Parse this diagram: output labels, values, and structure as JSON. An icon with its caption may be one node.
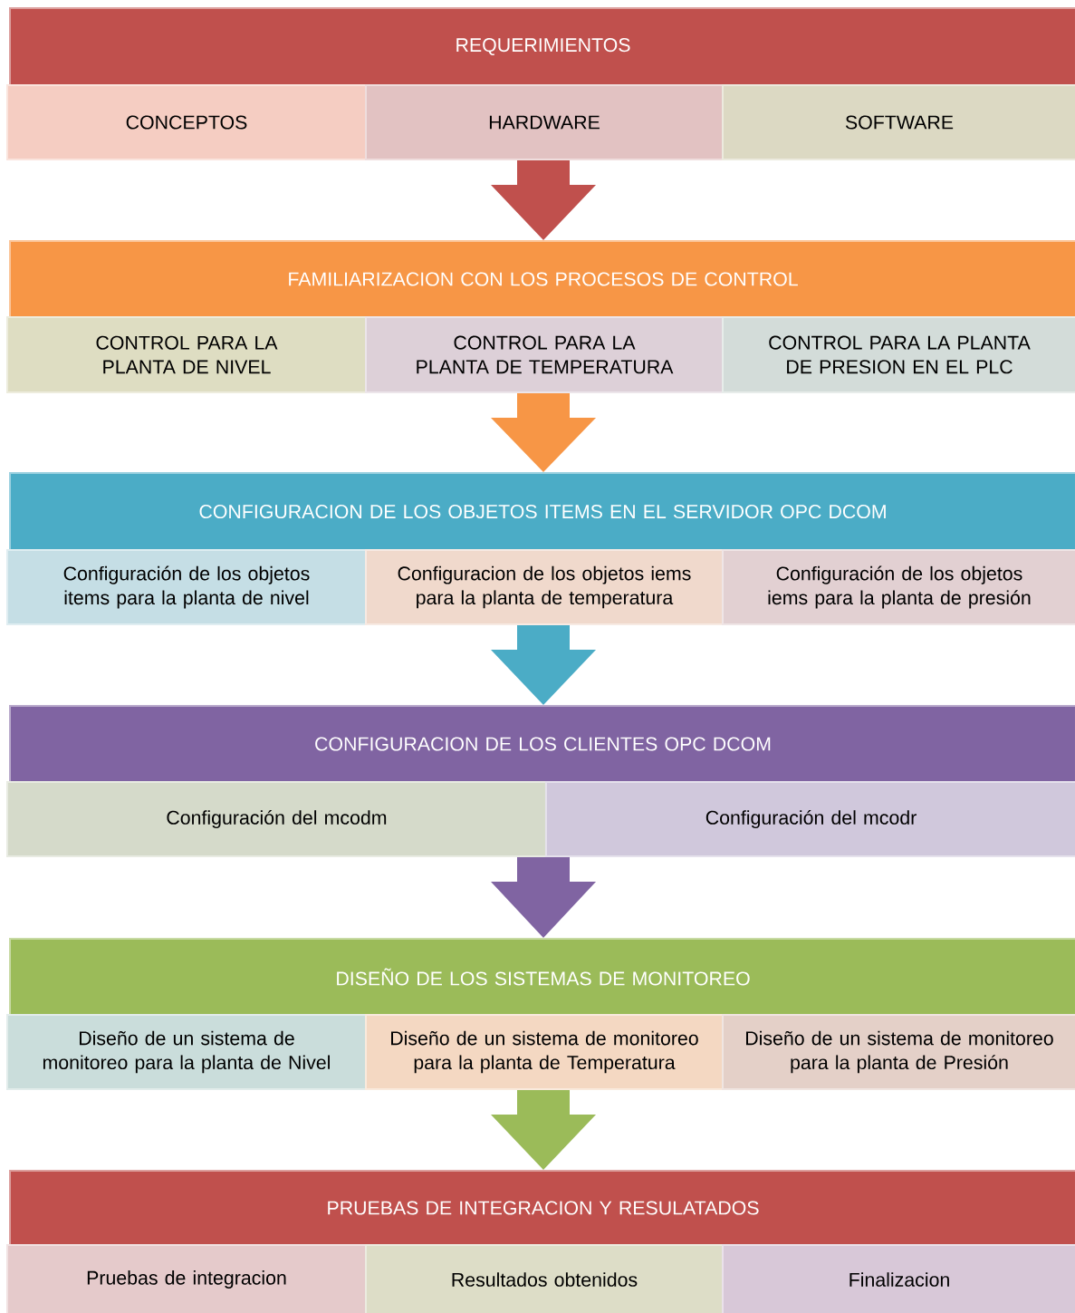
{
  "diagram": {
    "nodes": [
      {
        "text": [
          "REQUERIMIENTOS"
        ]
      },
      {
        "text": [
          "CONCEPTOS"
        ]
      },
      {
        "text": [
          "HARDWARE"
        ]
      },
      {
        "text": [
          "SOFTWARE"
        ]
      },
      {
        "text": [
          "FAMILIARIZACION CON LOS PROCESOS DE CONTROL"
        ]
      },
      {
        "text": [
          "CONTROL PARA LA PLANTA DE NIVEL"
        ]
      },
      {
        "text": [
          "CONTROL PARA LA PLANTA DE TEMPERATURA"
        ]
      },
      {
        "text": [
          "CONTROL PARA LA PLANTA DE PRESION EN EL PLC"
        ]
      },
      {
        "text": [
          "CONFIGURACION DE LOS OBJETOS ITEMS EN EL SERVIDOR OPC DCOM"
        ]
      },
      {
        "text": [
          "Configuración de los objetos items para la planta de nivel"
        ]
      },
      {
        "text": [
          "Configuracion de los objetos iems para la planta de temperatura"
        ]
      },
      {
        "text": [
          "Configuración de los objetos iems para la planta de presión"
        ]
      },
      {
        "text": [
          "CONFIGURACION DE LOS CLIENTES OPC DCOM"
        ]
      },
      {
        "text": [
          "Configuración del mcodm"
        ]
      },
      {
        "text": [
          "Configuración del mcodr"
        ]
      },
      {
        "text": [
          "DISEÑO DE LOS SISTEMAS DE MONITOREO"
        ]
      },
      {
        "text": [
          "Diseño de  un sistema de monitoreo para la planta de Nivel"
        ]
      },
      {
        "text": [
          "Diseño de  un sistema de monitoreo para la planta de Temperatura"
        ]
      },
      {
        "text": [
          "Diseño de  un sistema de monitoreo para la planta de Presión"
        ]
      },
      {
        "text": [
          "PRUEBAS DE INTEGRACION Y RESULATADOS"
        ]
      },
      {
        "text": [
          "Pruebas de integracion"
        ]
      },
      {
        "text": [
          "Resultados obtenidos"
        ]
      },
      {
        "text": [
          "Finalizacion"
        ]
      }
    ],
    "edges": [
      {
        "from": 2,
        "to": 4,
        "arrow": "to",
        "color": "#c0504d"
      },
      {
        "from": 6,
        "to": 8,
        "arrow": "to",
        "color": "#f79646"
      },
      {
        "from": 10,
        "to": 12,
        "arrow": "to",
        "color": "#4bacc6"
      },
      {
        "from": 13,
        "to": 15,
        "arrow": "to",
        "color": "#8064a2"
      },
      {
        "from": 17,
        "to": 19,
        "arrow": "to",
        "color": "#9bbb59"
      }
    ]
  }
}
